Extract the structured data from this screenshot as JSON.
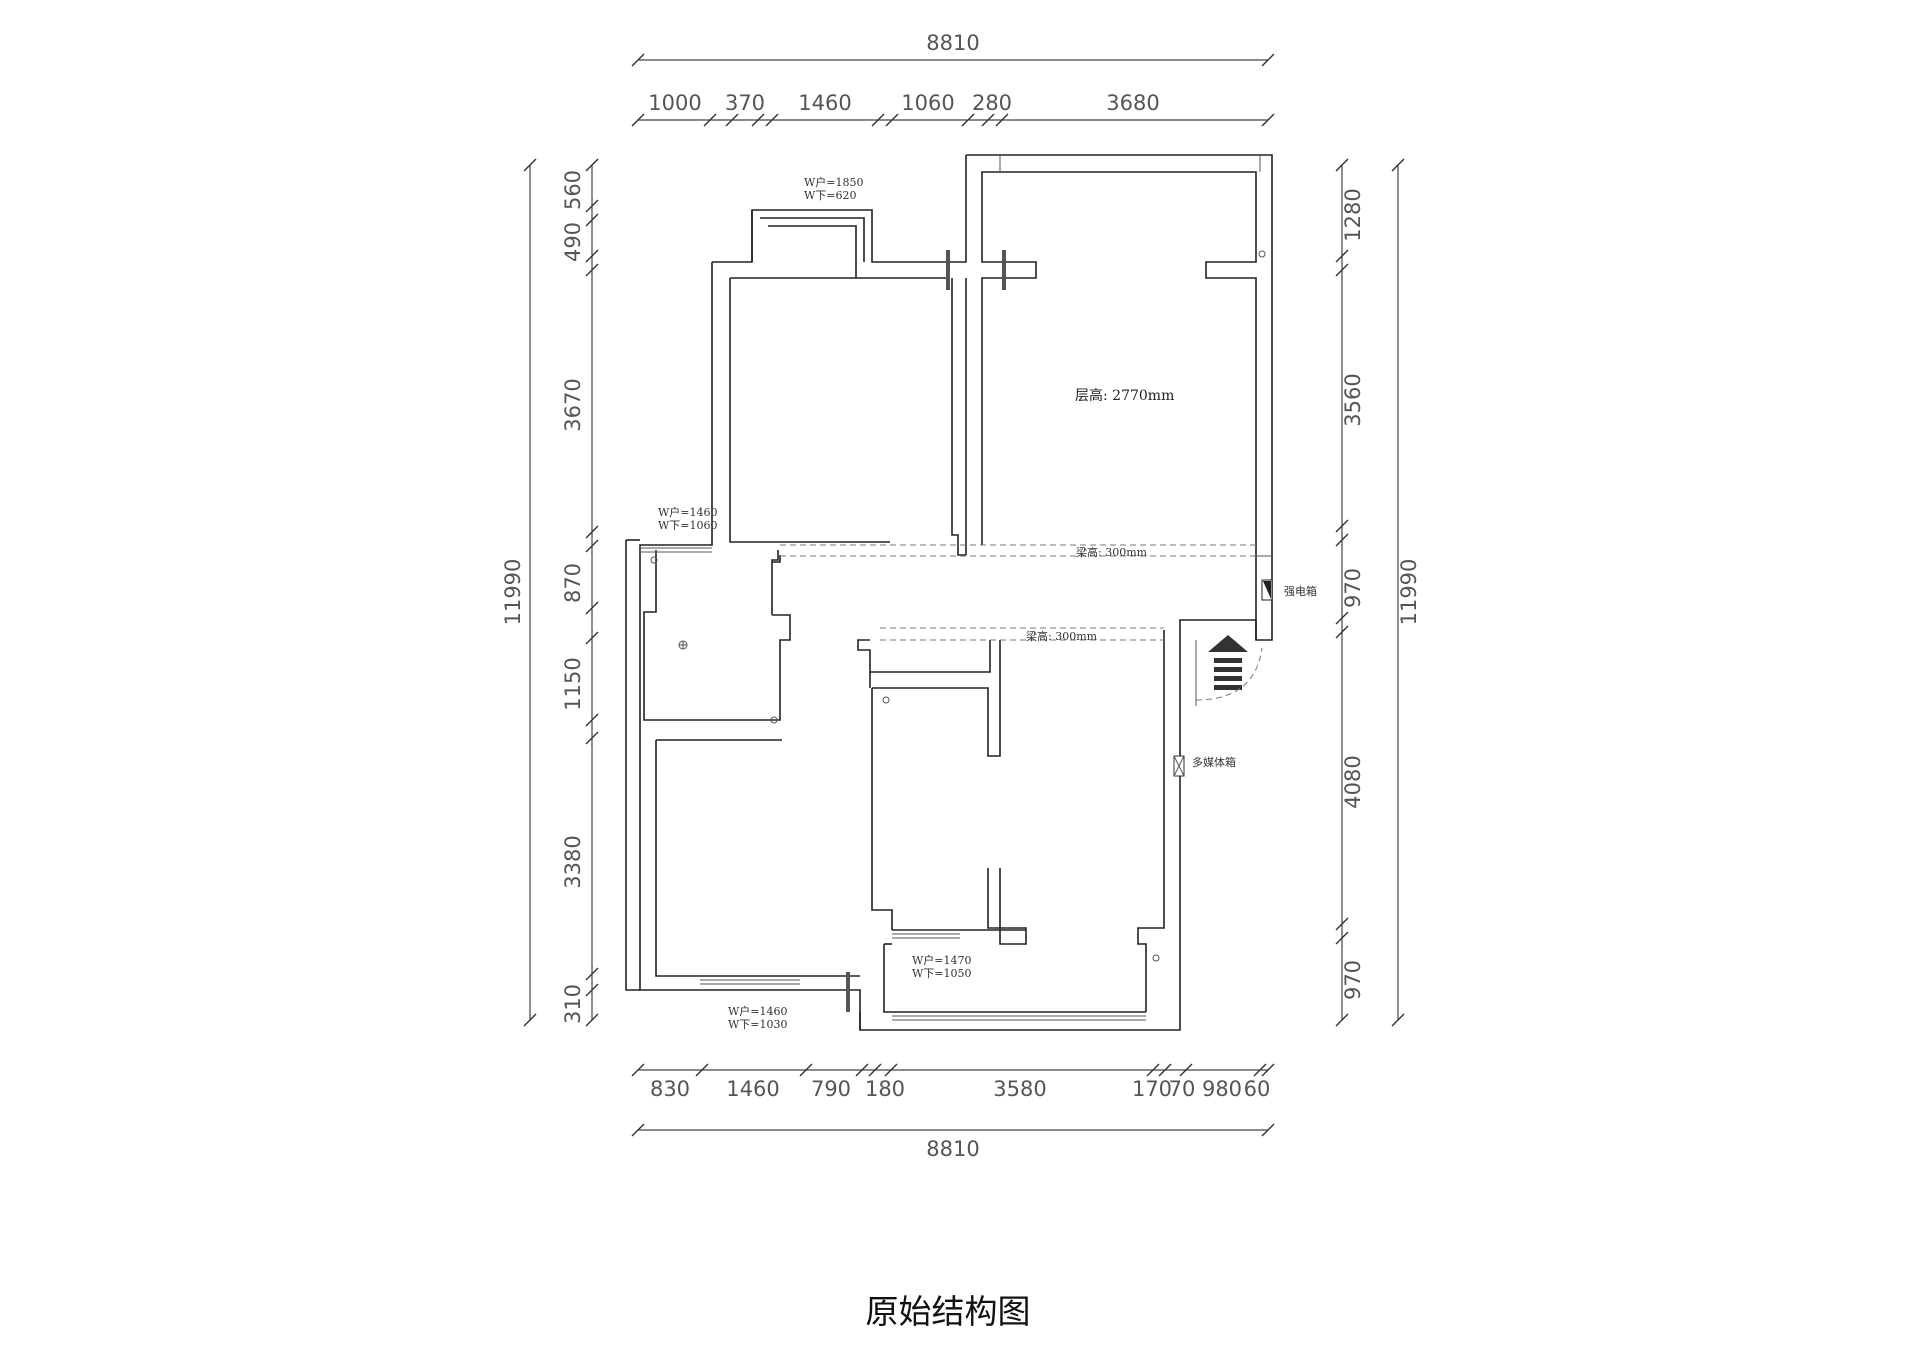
{
  "title": "原始结构图",
  "dimensions": {
    "top_total": "8810",
    "top_segments": [
      "1000",
      "370",
      "1460",
      "1060",
      "280",
      "3680"
    ],
    "bottom_segments": [
      "830",
      "1460",
      "790",
      "180",
      "3580",
      "170",
      "70",
      "980",
      "60"
    ],
    "bottom_total": "8810",
    "left_total": "11990",
    "left_segments": [
      "560",
      "490",
      "3670",
      "870",
      "1150",
      "3380",
      "310"
    ],
    "right_segments": [
      "1280",
      "3560",
      "970",
      "4080",
      "970"
    ],
    "right_total": "11990"
  },
  "window_notes": {
    "w1": {
      "line1": "W户=1850",
      "line2": "W下=620"
    },
    "w2": {
      "line1": "W户=1460",
      "line2": "W下=1060"
    },
    "w3": {
      "line1": "W户=1470",
      "line2": "W下=1050"
    },
    "w4": {
      "line1": "W户=1460",
      "line2": "W下=1030"
    }
  },
  "labels": {
    "floor_height": "层高: 2770mm",
    "beam1": "梁高: 300mm",
    "beam2": "梁高: 300mm",
    "electric_box": "强电箱",
    "media_box": "多媒体箱"
  }
}
